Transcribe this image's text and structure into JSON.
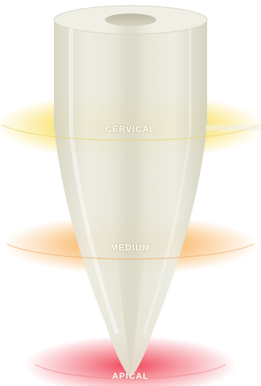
{
  "zones": [
    {
      "id": "cervical",
      "label": "CERVICAL",
      "color": "#f7d21a"
    },
    {
      "id": "medium",
      "label": "MEDIUM",
      "color": "#f79a2a"
    },
    {
      "id": "apical",
      "label": "APICAL",
      "color": "#ef2f45"
    }
  ],
  "colors": {
    "root_body": "#e9e7d8",
    "root_edge": "#cfccb8",
    "canal": "#d8d5c2",
    "background": "#ffffff"
  }
}
